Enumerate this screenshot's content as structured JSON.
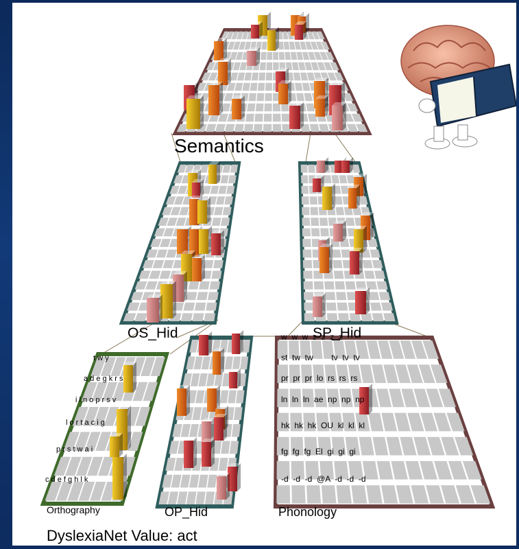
{
  "labels": {
    "semantics": "Semantics",
    "os_hid": "OS_Hid",
    "sp_hid": "SP_Hid",
    "op_hid": "OP_Hid",
    "orthography": "Orthography",
    "phonology": "Phonology",
    "footer": "DyslexiaNet Value: act"
  },
  "orthography_rows": [
    "t w y",
    "a d e g k r s",
    "i l n o p r s v",
    "l o r t a c i g",
    "p r s t w a i",
    "c d e f g h l k"
  ],
  "phonology_rows": [
    "w  w  w  z  z  z  z",
    "st  tw  tw        tv  tv  tv",
    "pr  pr  pr  lo  rs  rs  rs",
    "ln  ln  ln  ae  np  np  np",
    "hk  hk  hk  OU  kl  kl  kl",
    "fg  fg  fg  El  gi  gi  gi",
    "-d  -d  -d  @A  -d  -d  -d"
  ],
  "colors": {
    "semantics_border": "#6b4040",
    "hidden_border": "#2f5d5d",
    "orthography_border": "#3f6b2a",
    "phonology_border": "#6b4040",
    "cell": "#c8c8c8",
    "bar_orange": "#e8701a",
    "bar_red": "#c8303a",
    "bar_yellow": "#e8b81a"
  },
  "image": {
    "icon": "brain-reading-book-icon"
  }
}
